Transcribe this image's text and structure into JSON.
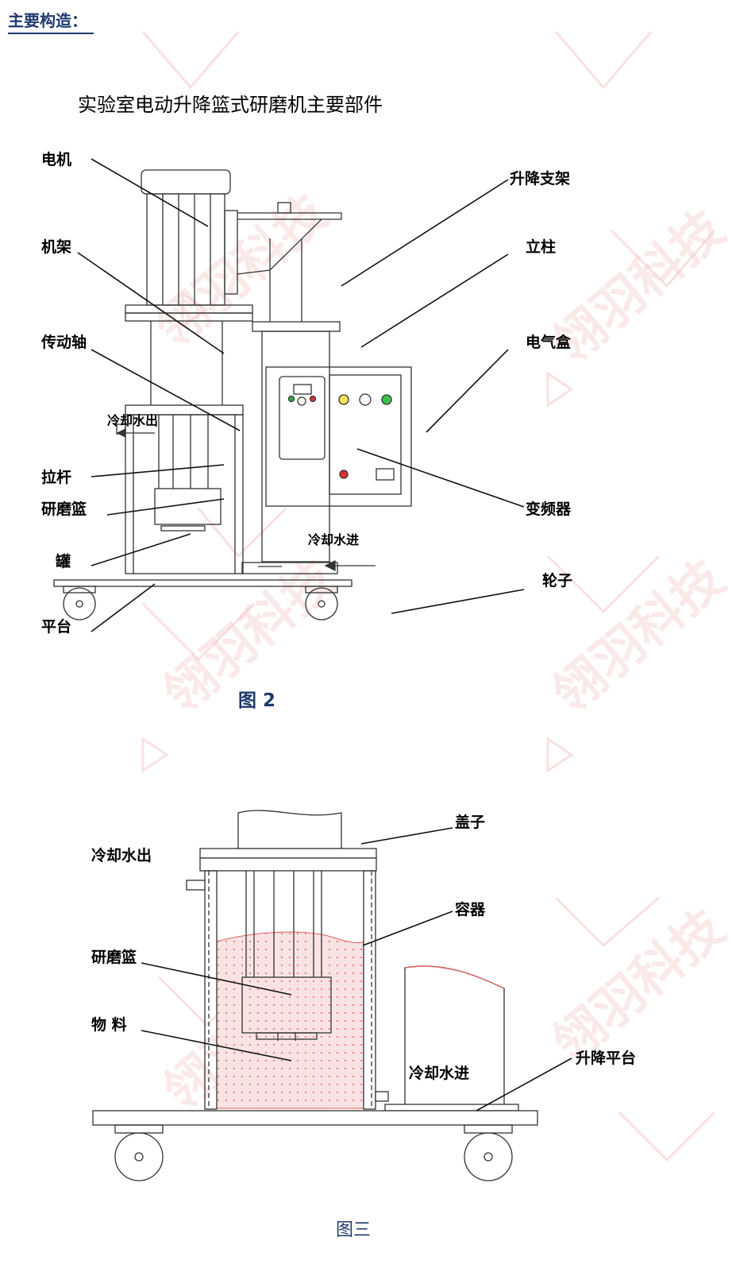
{
  "header": {
    "section_title": "主要构造："
  },
  "figure2": {
    "subtitle": "实验室电动升降篮式研磨机主要部件",
    "caption": "图 2",
    "labels": {
      "motor": "电机",
      "frame": "机架",
      "drive_shaft": "传动轴",
      "cooling_out": "冷却水出",
      "pull_rod": "拉杆",
      "grinding_basket": "研磨篮",
      "tank": "罐",
      "platform": "平台",
      "lift_bracket": "升降支架",
      "column": "立柱",
      "electric_box": "电气盒",
      "inverter": "变频器",
      "cooling_in": "冷却水进",
      "wheel": "轮子"
    }
  },
  "figure3": {
    "caption": "图三",
    "labels": {
      "lid": "盖子",
      "cooling_out": "冷却水出",
      "container": "容器",
      "grinding_basket": "研磨篮",
      "material": "物 料",
      "cooling_in": "冷却水进",
      "lift_platform": "升降平台"
    }
  },
  "watermark": {
    "text": "翎羽科技"
  },
  "colors": {
    "title_blue": "#1f3a6e",
    "material_red": "#e06060",
    "watermark": "#f2c3c3",
    "line": "#333333"
  }
}
